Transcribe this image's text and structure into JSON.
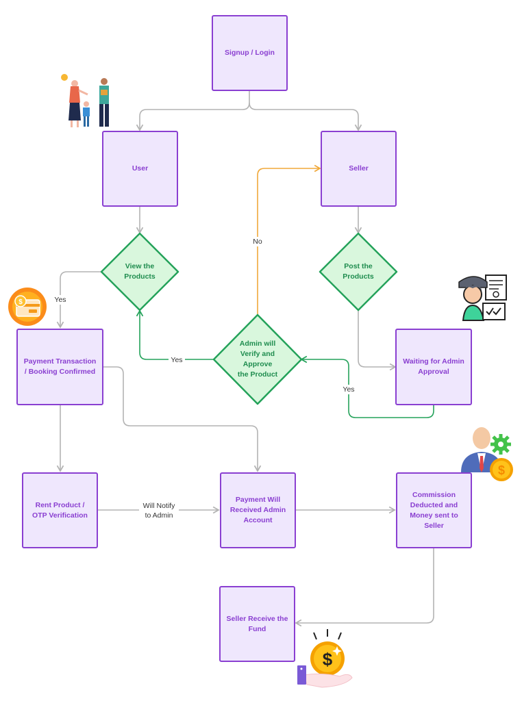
{
  "colors": {
    "box_fill": "#efe7fd",
    "box_border": "#8a3fd1",
    "diamond_fill": "#d9f7dd",
    "diamond_border": "#24a25a",
    "edge_gray": "#b3b3b3",
    "edge_green": "#24a25a",
    "edge_orange": "#f0a83a"
  },
  "nodes": {
    "signup": "Signup / Login",
    "user": "User",
    "seller": "Seller",
    "view_products": "View the\nProducts",
    "post_products": "Post the\nProducts",
    "admin_verify": "Admin will\nVerify and\nApprove\nthe Product",
    "payment_transaction": "Payment Transaction\n/ Booking Confirmed",
    "waiting_approval": "Waiting for Admin\nApproval",
    "rent_product": "Rent Product /\nOTP Verification",
    "payment_admin": "Payment Will\nReceived Admin\nAccount",
    "commission": "Commission\nDeducted and\nMoney sent to\nSeller",
    "seller_fund": "Seller Receive the\nFund"
  },
  "edge_labels": {
    "yes_view_to_payment": "Yes",
    "no_admin_to_seller": "No",
    "yes_admin_to_view": "Yes",
    "yes_waiting_to_admin": "Yes",
    "will_notify": "Will Notify\nto Admin"
  },
  "icons": {
    "family": "family-illustration-icon",
    "payment_card": "payment-card-icon",
    "admin_person": "admin-person-icon",
    "commission_person": "businessman-coin-icon",
    "fund_coin": "hand-coin-icon"
  }
}
